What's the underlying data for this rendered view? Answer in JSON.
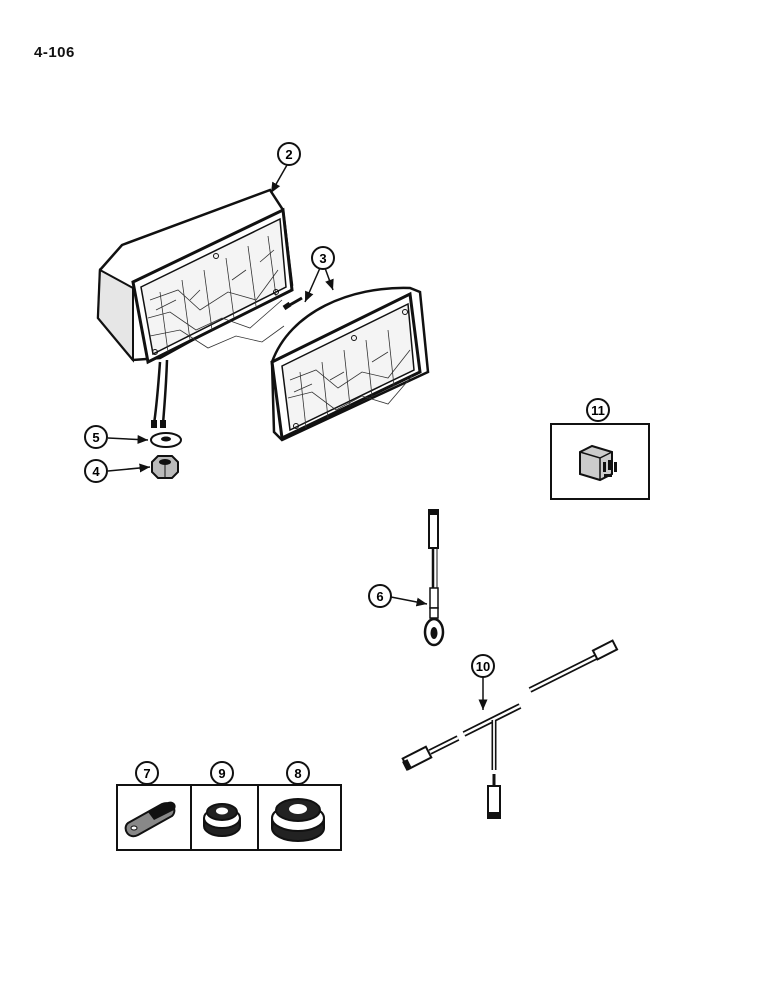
{
  "page": {
    "number": "4-106"
  },
  "callouts": {
    "c2": "2",
    "c3": "3",
    "c4": "4",
    "c5": "5",
    "c6": "6",
    "c7": "7",
    "c8": "8",
    "c9": "9",
    "c10": "10",
    "c11": "11"
  }
}
